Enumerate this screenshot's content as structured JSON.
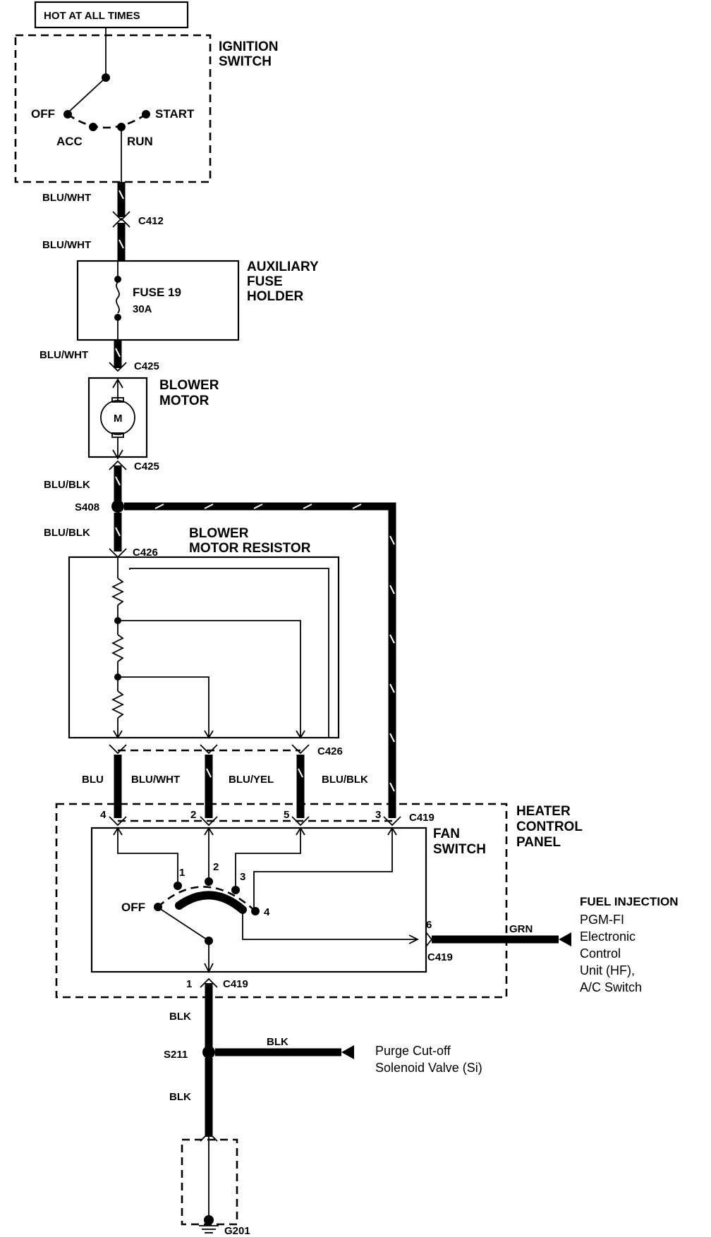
{
  "power_source": {
    "label": "HOT AT ALL TIMES"
  },
  "ignition_switch": {
    "title_line1": "IGNITION",
    "title_line2": "SWITCH",
    "positions": {
      "off": "OFF",
      "acc": "ACC",
      "run": "RUN",
      "start": "START"
    }
  },
  "wires": {
    "w1": "BLU/WHT",
    "w2": "BLU/WHT",
    "w3": "BLU/WHT",
    "w4": "BLU/BLK",
    "w5": "BLU/BLK",
    "w_blu": "BLU",
    "w_bluwht": "BLU/WHT",
    "w_bluyel": "BLU/YEL",
    "w_blublk": "BLU/BLK",
    "w_grn": "GRN",
    "w_blk1": "BLK",
    "w_blk2": "BLK",
    "w_blk3": "BLK"
  },
  "connectors": {
    "c412": "C412",
    "c425a": "C425",
    "c425b": "C425",
    "c426a": "C426",
    "c426b": "C426",
    "c419a": "C419",
    "c419b": "C419",
    "c419c": "C419",
    "s408": "S408",
    "s211": "S211",
    "g201": "G201"
  },
  "fuse_holder": {
    "title_line1": "AUXILIARY",
    "title_line2": "FUSE",
    "title_line3": "HOLDER",
    "fuse_name": "FUSE 19",
    "fuse_rating": "30A"
  },
  "blower_motor": {
    "title_line1": "BLOWER",
    "title_line2": "MOTOR",
    "symbol": "M"
  },
  "blower_resistor": {
    "title_line1": "BLOWER",
    "title_line2": "MOTOR RESISTOR"
  },
  "heater_panel": {
    "title_line1": "HEATER",
    "title_line2": "CONTROL",
    "title_line3": "PANEL"
  },
  "fan_switch": {
    "title_line1": "FAN",
    "title_line2": "SWITCH",
    "off": "OFF",
    "pos1": "1",
    "pos2": "2",
    "pos3": "3",
    "pos4": "4"
  },
  "pins": {
    "p4": "4",
    "p2": "2",
    "p5": "5",
    "p3": "3",
    "p6": "6",
    "p1": "1"
  },
  "fuel_injection": {
    "title": "FUEL INJECTION",
    "line1": "PGM-FI",
    "line2": "Electronic",
    "line3": "Control",
    "line4": "Unit (HF),",
    "line5": "A/C Switch"
  },
  "purge_valve": {
    "line1": "Purge Cut-off",
    "line2": "Solenoid Valve (Si)"
  }
}
